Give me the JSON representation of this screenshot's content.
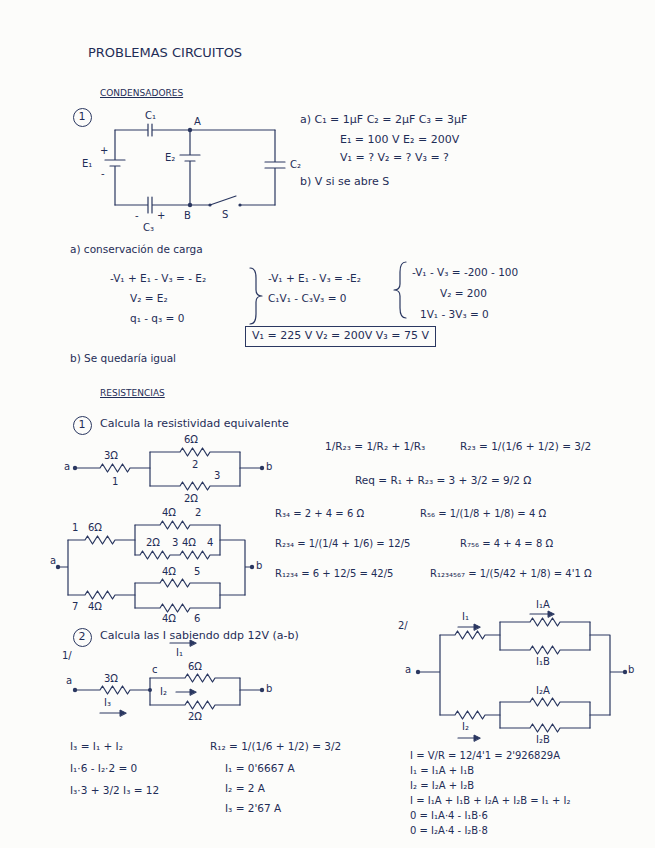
{
  "diagram": {
    "title": "PROBLEMAS CIRCUITOS",
    "nodes": [
      {
        "text": [
          "1"
        ]
      },
      {
        "text": [
          "1"
        ]
      },
      {
        "text": [
          "2"
        ]
      },
      {
        "text": [
          "V₁ = 225 V V₂ = 200V V₃ = 75 V"
        ]
      }
    ],
    "labels": [
      "CONDENSADORES",
      "C₁",
      "A",
      "E₂",
      "C₂",
      "E₁",
      "+",
      "-",
      "-",
      "+",
      "C₃",
      "B",
      "S",
      "a) C₁ = 1μF C₂ = 2μF C₃ = 3μF",
      "E₁ = 100 V E₂ = 200V",
      "V₁ = ? V₂ = ? V₃ = ?",
      "b) V si se abre S",
      "a) conservación de carga",
      "-V₁ + E₁ - V₃ = - E₂",
      "V₂ = E₂",
      "q₁ - q₃ = 0",
      "-V₁ + E₁ - V₃ = -E₂",
      "C₁V₁ - C₃V₃ = 0",
      "-V₁ - V₃ = -200 - 100",
      "V₂ = 200",
      "1V₁ - 3V₃ = 0",
      "b) Se quedaría igual",
      "RESISTENCIAS",
      "Calcula la resistividad equivalente",
      "a",
      "3Ω",
      "1",
      "6Ω",
      "2",
      "2Ω",
      "3",
      "b",
      "1/R₂₃ = 1/R₂ + 1/R₃",
      "R₂₃ = 1/(1/6 + 1/2) = 3/2",
      "Req = R₁ + R₂₃ = 3 + 3/2 = 9/2 Ω",
      "a",
      "1",
      "6Ω",
      "4Ω",
      "2",
      "2Ω",
      "3",
      "4Ω",
      "4",
      "b",
      "4Ω",
      "7",
      "4Ω",
      "5",
      "4Ω",
      "6",
      "R₃₄ = 2 + 4 = 6 Ω",
      "R₅₆ = 1/(1/8 + 1/8) = 4 Ω",
      "R₂₃₄ = 1/(1/4 + 1/6) = 12/5",
      "R₇₅₆ = 4 + 4 = 8 Ω",
      "R₁₂₃₄ = 6 + 12/5 = 42/5",
      "R₁₂₃₄₅₆₇ = 1/(5/42 + 1/8) = 4'1 Ω",
      "Calcula las I sabiendo ddp 12V (a-b)",
      "1/",
      "a",
      "3Ω",
      "I₃",
      "c",
      "I₁",
      "6Ω",
      "I₂",
      "2Ω",
      "b",
      "I₃ = I₁ + I₂",
      "I₁·6 - I₂·2 = 0",
      "I₃·3 + 3/2 I₃ = 12",
      "R₁₂ = 1/(1/6 + 1/2) = 3/2",
      "I₁ = 0'6667 A",
      "I₂ = 2 A",
      "I₃ = 2'67 A",
      "2/",
      "a",
      "I₁",
      "I₁A",
      "I₁B",
      "I₂A",
      "I₂B",
      "I₂",
      "b",
      "I = V/R = 12/4'1 = 2'926829A",
      "I₁ = I₁A + I₁B",
      "I₂ = I₂A + I₂B",
      "I = I₁A + I₁B + I₂A + I₂B = I₁ + I₂",
      "0 = I₁A·4 - I₁B·6",
      "0 = I₂A·4 - I₂B·8"
    ]
  }
}
